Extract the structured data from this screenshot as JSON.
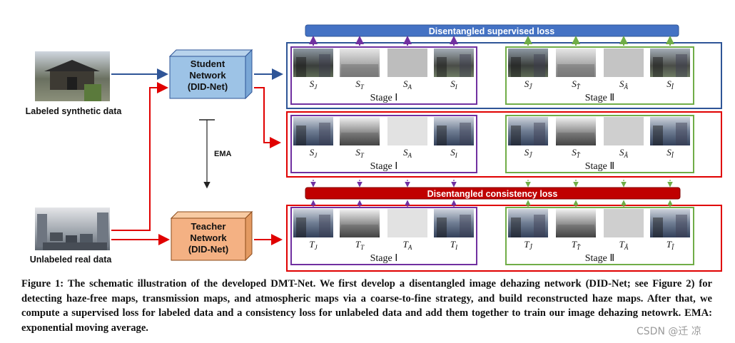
{
  "inputs": {
    "labeled": "Labeled synthetic data",
    "unlabeled": "Unlabeled real data"
  },
  "student": {
    "line1": "Student",
    "line2": "Network",
    "line3": "(DID-Net)"
  },
  "teacher": {
    "line1": "Teacher",
    "line2": "Network",
    "line3": "(DID-Net)"
  },
  "ema": "EMA",
  "losses": {
    "supervised": "Disentangled supervised loss",
    "consistency": "Disentangled consistency loss"
  },
  "rows": {
    "student_labeled": {
      "stage1": {
        "title": "Stage Ⅰ",
        "labels": [
          "S_J",
          "S_T",
          "S_A",
          "S_I"
        ]
      },
      "stage2": {
        "title": "Stage Ⅱ",
        "labels": [
          "S_Ĵ",
          "S_T̂",
          "S_Â",
          "S_Î"
        ]
      }
    },
    "student_unlabeled": {
      "stage1": {
        "title": "Stage Ⅰ",
        "labels": [
          "S_J",
          "S_T",
          "S_A",
          "S_I"
        ]
      },
      "stage2": {
        "title": "Stage Ⅱ",
        "labels": [
          "S_Ĵ",
          "S_T̂",
          "S_Â",
          "S_Î"
        ]
      }
    },
    "teacher_unlabeled": {
      "stage1": {
        "title": "Stage Ⅰ",
        "labels": [
          "T_J",
          "T_T",
          "T_A",
          "T_I"
        ]
      },
      "stage2": {
        "title": "Stage Ⅱ",
        "labels": [
          "T_Ĵ",
          "T_T̂",
          "T_Â",
          "T_Î"
        ]
      }
    }
  },
  "caption": "Figure 1: The schematic illustration of the developed DMT-Net. We first develop a disentangled image dehazing network (DID-Net; see Figure 2) for detecting haze-free maps, transmission maps, and atmospheric maps via a coarse-to-fine strategy, and build reconstructed haze maps. After that, we compute a supervised loss for labeled data and a consistency loss for unlabeled data and add them together to train our image dehazing netowrk. EMA: exponential moving average.",
  "watermark": "CSDN @迁  凉",
  "colors": {
    "blue": "#2f5597",
    "red": "#e00000",
    "purple": "#7030a0",
    "green": "#70ad47",
    "student_fill": "#9dc3e6",
    "teacher_fill": "#f4b183",
    "supervised_bar": "#4472c4",
    "consistency_bar": "#c00000"
  }
}
